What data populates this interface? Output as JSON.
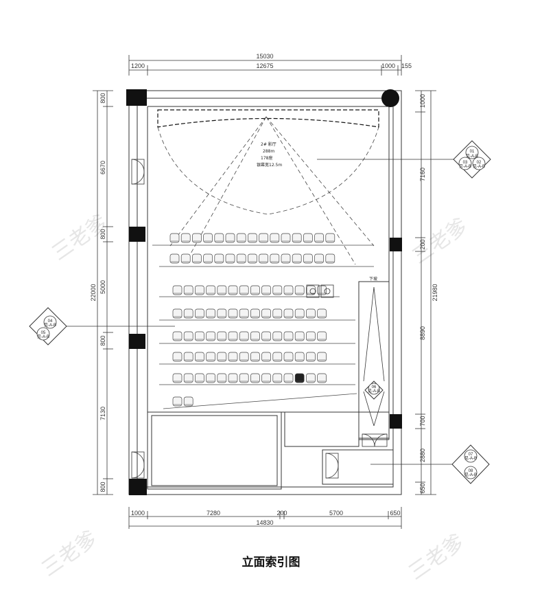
{
  "caption": "立面索引图",
  "watermark": "三老爹",
  "room_note": {
    "line1": "2# 影厅",
    "line2": "288m",
    "line3": "178座",
    "line4": "银幕宽12.5m"
  },
  "ramp_label": "下坡",
  "dims_top": {
    "total": "15030",
    "left": "1200",
    "mid": "12675",
    "right1": "1000",
    "right2": "155"
  },
  "dims_bottom": {
    "total": "14830",
    "d1": "1000",
    "d2": "7280",
    "d3": "200",
    "d4": "5700",
    "d5": "650"
  },
  "dims_left": {
    "total": "22000",
    "d1": "800",
    "d2": "6670",
    "d3": "800",
    "d4": "5000",
    "d5": "800",
    "d6": "7130",
    "d7": "800"
  },
  "dims_right": {
    "total": "21980",
    "d1": "1000",
    "d2": "7160",
    "d3": "200",
    "d4": "8890",
    "d5": "700",
    "d6": "2880",
    "d7": "650"
  },
  "index_tags": {
    "right_upper": {
      "a": "01",
      "b": "03",
      "c": "02",
      "sub": "见-A-B"
    },
    "left_mid": {
      "a": "04",
      "b": "05",
      "sub": "见-A-B"
    },
    "ramp": {
      "a": "06",
      "sub": "见-A-B"
    },
    "right_lower": {
      "a": "07",
      "b": "08",
      "sub": "见-A-B"
    }
  },
  "seat_layout": {
    "rows": [
      15,
      15,
      14,
      14,
      14,
      14,
      14,
      2
    ],
    "accessible_seat_row": 7
  }
}
